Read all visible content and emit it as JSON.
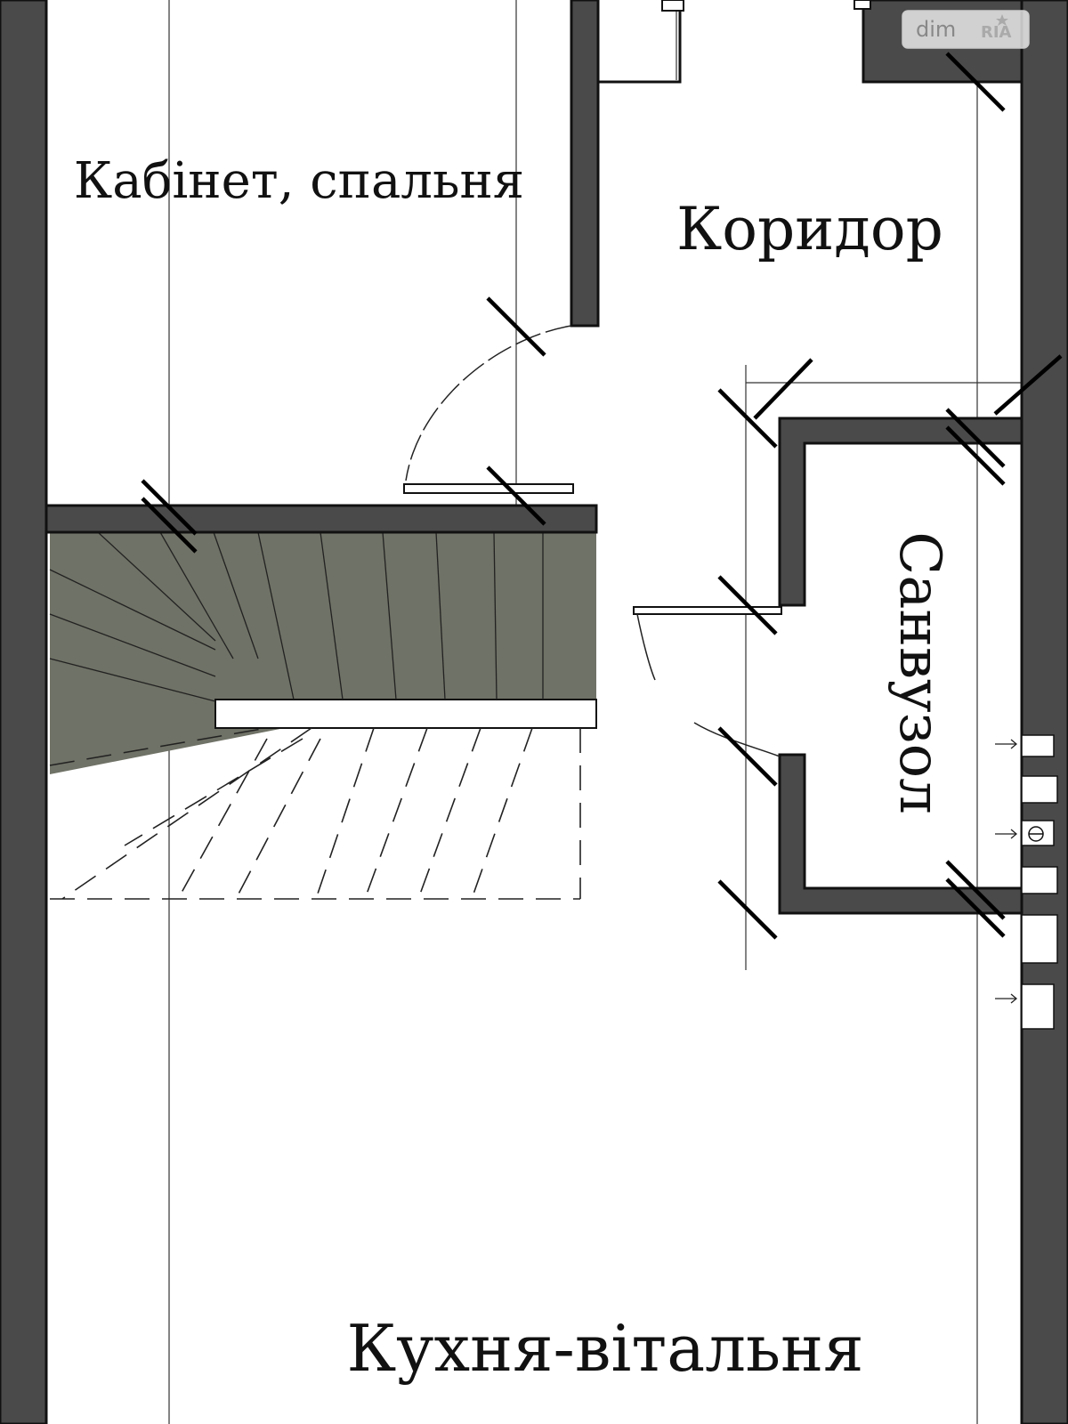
{
  "rooms": {
    "study_bedroom": "Кабінет, спальня",
    "corridor": "Коридор",
    "bathroom": "Санвузол",
    "kitchen_living": "Кухня-вітальня"
  },
  "watermark": {
    "brand_left": "dim",
    "brand_right": "RIA"
  },
  "colors": {
    "wall": "#4a4a4a",
    "stairs": "#6f7266",
    "line": "#111111",
    "background": "#ffffff"
  }
}
